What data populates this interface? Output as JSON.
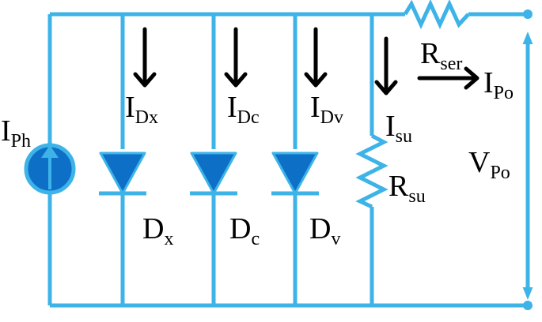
{
  "colors": {
    "wire": "#3db3e8",
    "component": "#0d6fc6",
    "arrow": "#000000",
    "text": "#000000"
  },
  "labels": {
    "i_ph": {
      "main": "I",
      "sub": "Ph"
    },
    "i_dx": {
      "main": "I",
      "sub": "Dx"
    },
    "i_dc": {
      "main": "I",
      "sub": "Dc"
    },
    "i_dv": {
      "main": "I",
      "sub": "Dv"
    },
    "i_su": {
      "main": "I",
      "sub": "su"
    },
    "r_ser": {
      "main": "R",
      "sub": "ser"
    },
    "i_po": {
      "main": "I",
      "sub": "Po"
    },
    "v_po": {
      "main": "V",
      "sub": "Po"
    },
    "r_su": {
      "main": "R",
      "sub": "su"
    },
    "d_x": {
      "main": "D",
      "sub": "x"
    },
    "d_c": {
      "main": "D",
      "sub": "c"
    },
    "d_v": {
      "main": "D",
      "sub": "v"
    }
  },
  "components": [
    {
      "id": "current-source",
      "type": "current-source"
    },
    {
      "id": "diode-x",
      "type": "diode"
    },
    {
      "id": "diode-c",
      "type": "diode"
    },
    {
      "id": "diode-v",
      "type": "diode"
    },
    {
      "id": "shunt-resistor",
      "type": "resistor"
    },
    {
      "id": "series-resistor",
      "type": "resistor"
    }
  ]
}
